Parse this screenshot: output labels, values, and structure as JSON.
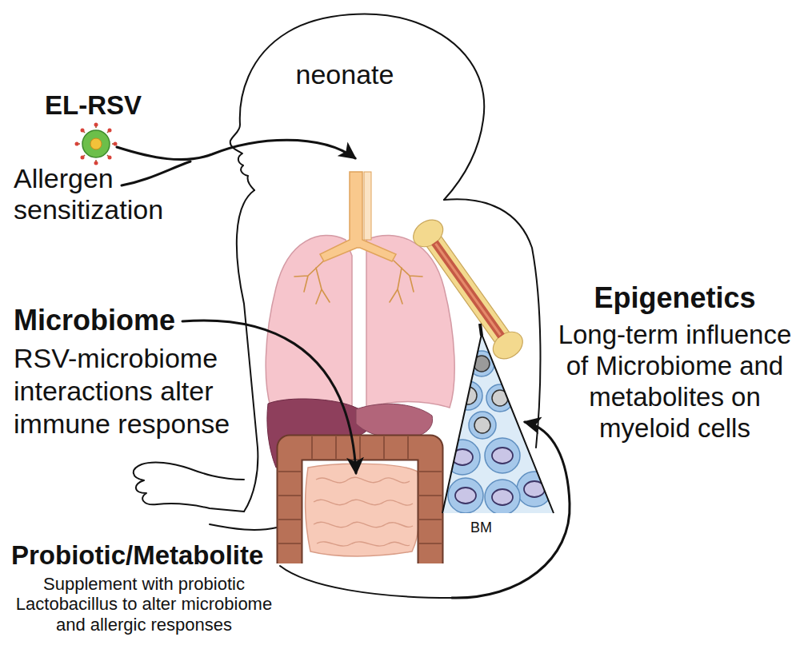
{
  "diagram": {
    "labels": [
      "neonate",
      "EL-RSV",
      "Allergen sensitization",
      "Microbiome",
      "RSV-microbiome interactions alter immune response",
      "Epigenetics",
      "Long-term influence of Microbiome and metabolites on myeloid cells",
      "BM",
      "Probiotic/Metabolite",
      "Supplement with probiotic Lactobacillus to alter microbiome and allergic responses"
    ]
  }
}
